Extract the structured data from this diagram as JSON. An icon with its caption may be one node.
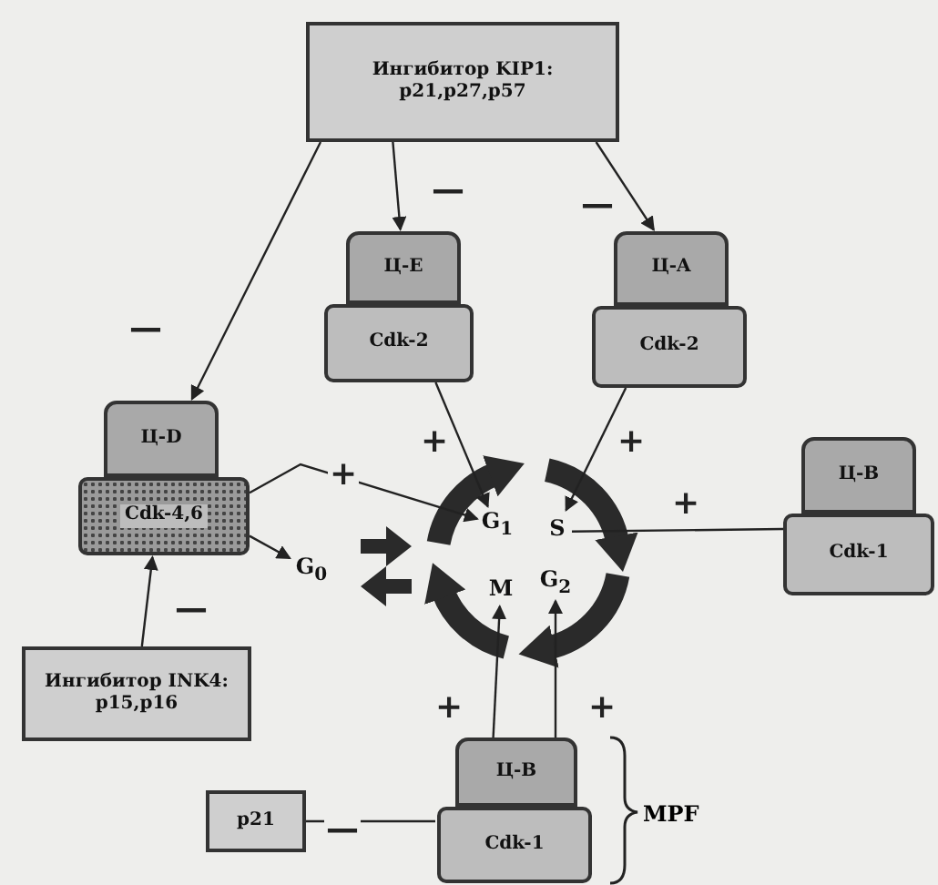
{
  "diagram": {
    "nodes": [
      {
        "text": [
          "Ингибитор KIP1: p21,p27,p57"
        ]
      },
      {
        "text": [
          "Ц-E"
        ]
      },
      {
        "text": [
          "Cdk-2"
        ]
      },
      {
        "text": [
          "Ц-A"
        ]
      },
      {
        "text": [
          "Cdk-2"
        ]
      },
      {
        "text": [
          "Ц-D"
        ]
      },
      {
        "text": [
          "Cdk-4,6"
        ]
      },
      {
        "text": [
          "Ц-B"
        ]
      },
      {
        "text": [
          "Cdk-1"
        ]
      },
      {
        "text": [
          "Ингибитор INK4: p15,p16"
        ]
      },
      {
        "text": [
          "Ц-B"
        ]
      },
      {
        "text": [
          "Cdk-1"
        ]
      },
      {
        "text": [
          "p21"
        ]
      },
      {
        "text": [
          "G$_{1}$"
        ]
      },
      {
        "text": [
          "S"
        ]
      },
      {
        "text": [
          "G$_{2}$"
        ]
      },
      {
        "text": [
          "M"
        ]
      },
      {
        "text": [
          "G$_{0}$"
        ]
      }
    ],
    "edges": [
      {
        "from": 0,
        "to": 1,
        "arrow": "to",
        "label": "—"
      },
      {
        "from": 0,
        "to": 3,
        "arrow": "to",
        "label": "—"
      },
      {
        "from": 0,
        "to": 5,
        "arrow": "to",
        "label": "—"
      },
      {
        "from": 9,
        "to": 6,
        "arrow": "to",
        "label": "—"
      },
      {
        "from": 12,
        "to": 11,
        "arrow": "none",
        "label": "—"
      },
      {
        "from": 2,
        "to": 13,
        "arrow": "to",
        "label": "+"
      },
      {
        "from": 4,
        "to": 14,
        "arrow": "to",
        "label": "+"
      },
      {
        "from": 8,
        "to": 14,
        "arrow": "none",
        "label": "+"
      },
      {
        "from": 6,
        "to": 13,
        "arrow": "to",
        "label": "+"
      },
      {
        "from": 6,
        "to": 17,
        "arrow": "to"
      },
      {
        "from": 10,
        "to": 16,
        "arrow": "to",
        "label": "+"
      },
      {
        "from": 10,
        "to": 15,
        "arrow": "to",
        "label": "+"
      }
    ],
    "labels": [
      "MPF"
    ]
  }
}
